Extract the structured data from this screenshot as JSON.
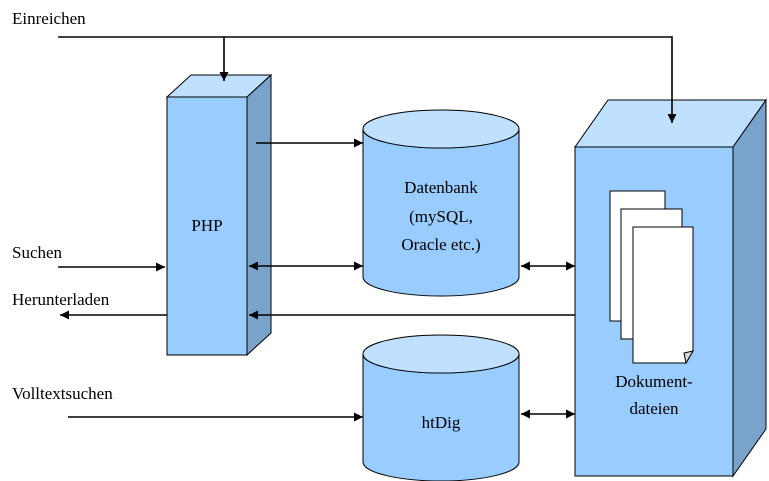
{
  "labels": {
    "submit": "Einreichen",
    "search": "Suchen",
    "download": "Herunterladen",
    "fulltext_search": "Volltextsuchen"
  },
  "nodes": {
    "php": "PHP",
    "database": [
      "Datenbank",
      "(mySQL,",
      "Oracle etc.)"
    ],
    "htdig": "htDig",
    "documents": [
      "Dokument-",
      "dateien"
    ]
  },
  "colors": {
    "box_front": "#99ccff",
    "box_side": "#7aa3cc",
    "box_top": "#bfe0ff",
    "cylinder_body": "#99ccff",
    "cylinder_top": "#bfe0ff",
    "outline": "#000000",
    "paper": "#ffffff"
  }
}
